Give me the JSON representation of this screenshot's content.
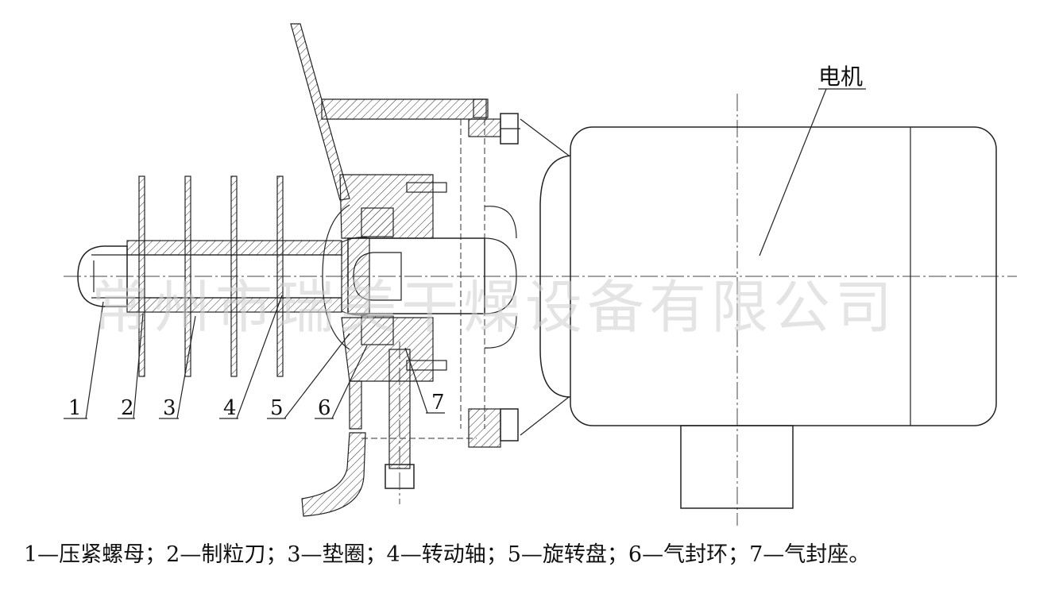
{
  "diagram": {
    "motor_label": "电机",
    "part_numbers": [
      "1",
      "2",
      "3",
      "4",
      "5",
      "6",
      "7"
    ],
    "watermark": "常州市瑞美干燥设备有限公司"
  },
  "caption": "1—压紧螺母；2—制粒刀；3—垫圈；4—转动轴；5—旋转盘；6—气封环；7—气封座。"
}
